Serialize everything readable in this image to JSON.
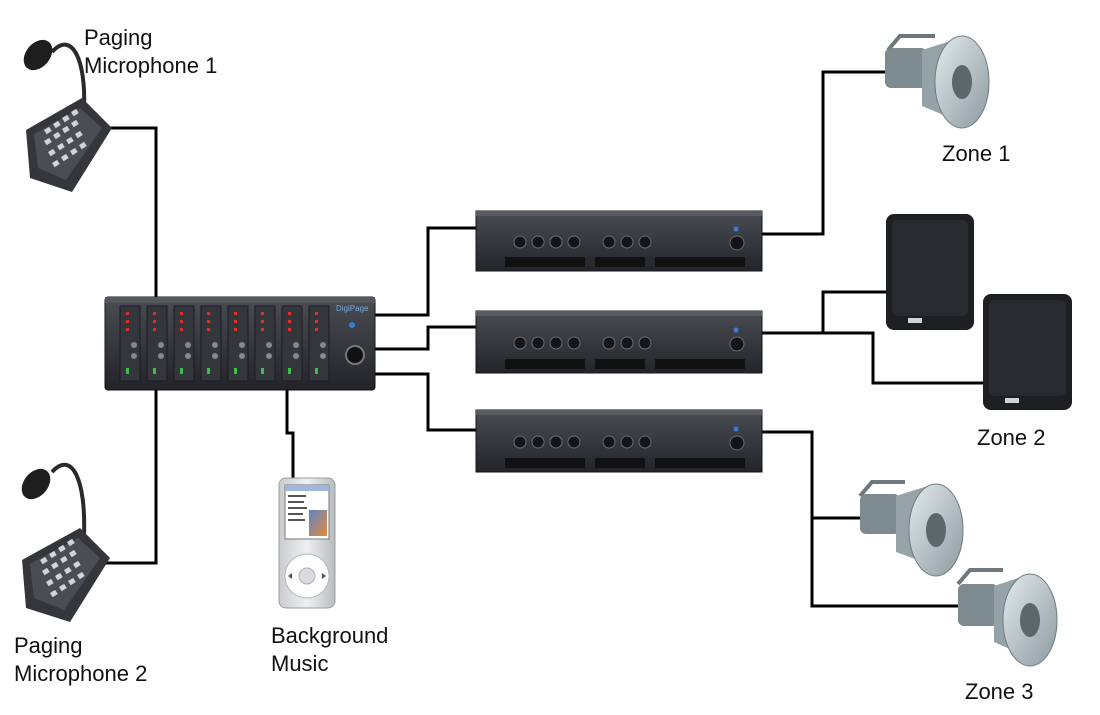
{
  "labels": {
    "mic1_line1": "Paging",
    "mic1_line2": "Microphone 1",
    "mic2_line1": "Paging",
    "mic2_line2": "Microphone 2",
    "music_line1": "Background",
    "music_line2": "Music",
    "zone1": "Zone 1",
    "zone2": "Zone 2",
    "zone3": "Zone 3"
  },
  "mixer": {
    "brand": "DigiPage"
  },
  "colors": {
    "cable": "#000000",
    "chassis": "#2b2d31",
    "chassis_light": "#3c3f45",
    "horn": "#b9c6cc",
    "cabinet": "#1e1f22",
    "led_red": "#d8342c",
    "led_green": "#3fbf4a",
    "power_blue": "#3a7bd5"
  }
}
